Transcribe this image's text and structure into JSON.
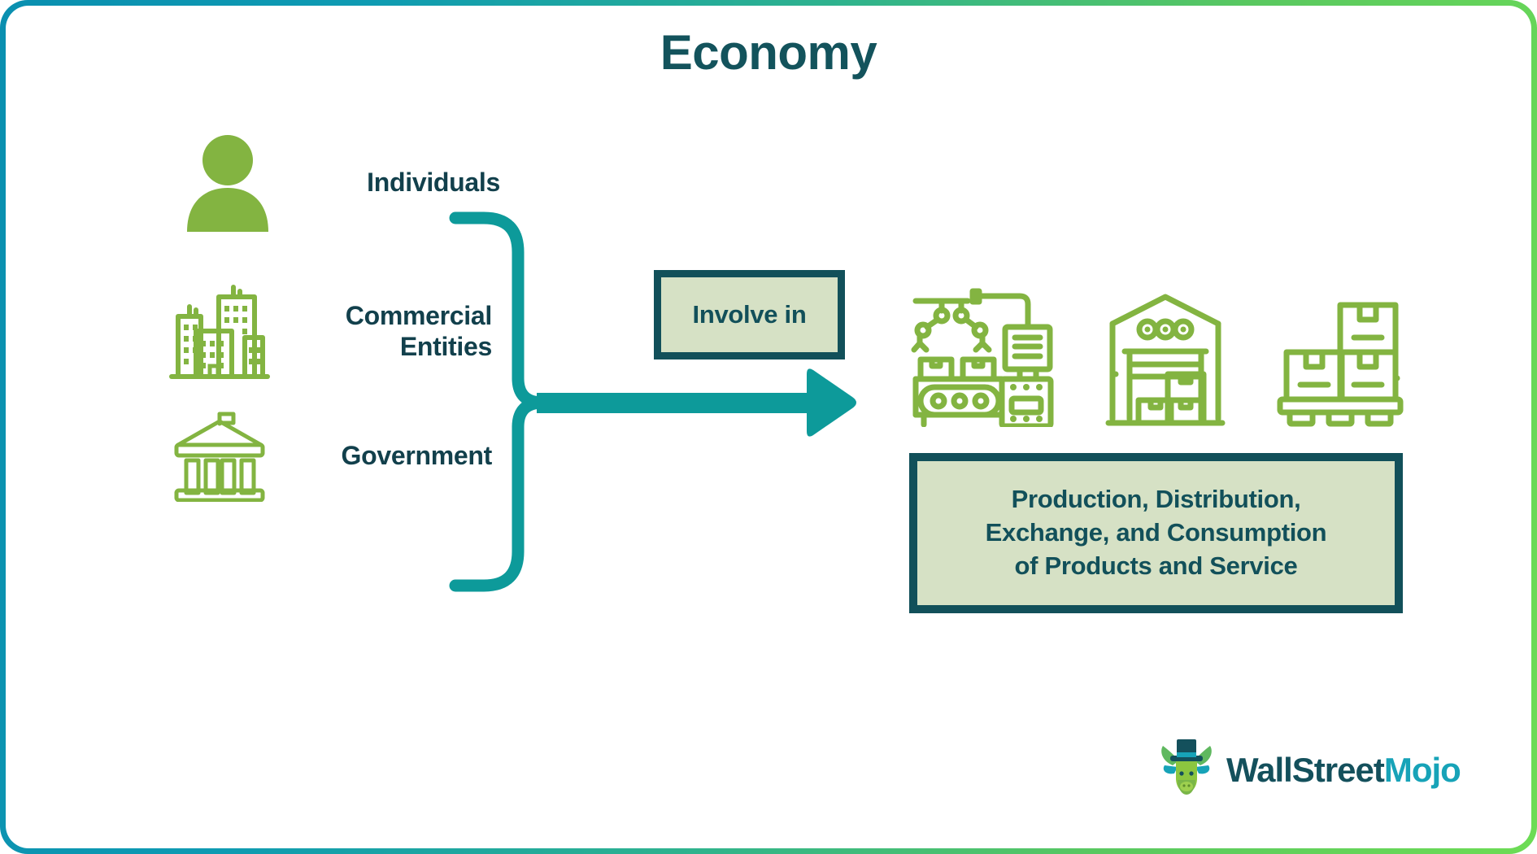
{
  "title": "Economy",
  "theme": {
    "title_color": "#13535c",
    "label_color": "#12404c",
    "box_border": "#12505a",
    "box_fill": "#d6e1c5",
    "icon_green": "#83b441",
    "arrow_teal": "#0d9a9a",
    "frame_gradient_start": "#0a8fb0",
    "frame_gradient_end": "#6ddc55"
  },
  "actors": [
    {
      "label": "Individuals",
      "icon": "person-icon"
    },
    {
      "label": "Commercial\nEntities",
      "icon": "office-buildings-icon"
    },
    {
      "label": "Government",
      "icon": "government-building-icon"
    }
  ],
  "actor_labels": {
    "individuals": "Individuals",
    "commercial_line1": "Commercial",
    "commercial_line2": "Entities",
    "government": "Government"
  },
  "connector": {
    "type": "brace-arrow",
    "color": "#0d9a9a",
    "direction": "left-to-right"
  },
  "middle_box": {
    "label": "Involve in"
  },
  "activity_icons": [
    {
      "name": "factory-production-icon"
    },
    {
      "name": "warehouse-icon"
    },
    {
      "name": "boxes-on-pallet-icon"
    }
  ],
  "result_box": {
    "lines": [
      "Production, Distribution,",
      "Exchange, and Consumption",
      "of Products and Service"
    ]
  },
  "logo": {
    "text_part1": "WallStreet",
    "text_part2": "Mojo",
    "mascot": "bull-with-top-hat-icon"
  }
}
